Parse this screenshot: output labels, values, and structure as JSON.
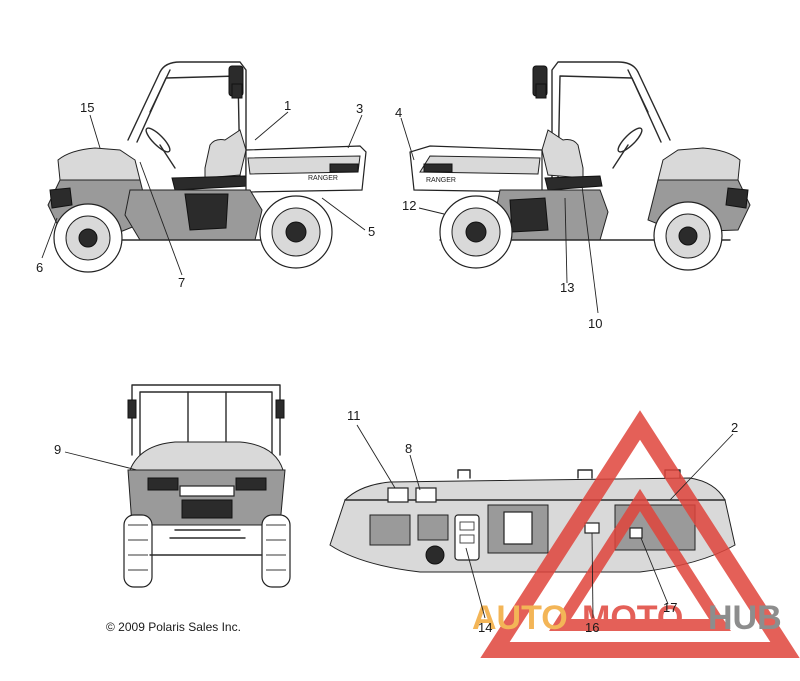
{
  "callouts": [
    "1",
    "2",
    "3",
    "4",
    "5",
    "6",
    "7",
    "8",
    "9",
    "10",
    "11",
    "12",
    "13",
    "14",
    "15",
    "16",
    "17"
  ],
  "decal_text": {
    "brand": "RANGER"
  },
  "copyright": "© 2009 Polaris Sales Inc.",
  "watermark": {
    "part1": "AUTO",
    "part2": "MOTO",
    "part3": "HUB"
  },
  "colors": {
    "watermark_red": "#e0453c",
    "watermark_orange": "#f2a93a",
    "watermark_gray": "#7a7a7a"
  }
}
